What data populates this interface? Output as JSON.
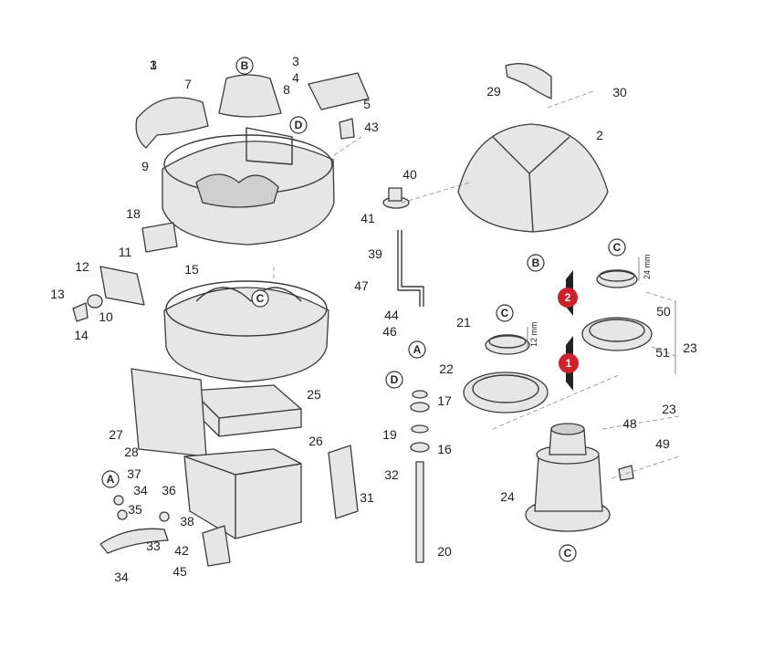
{
  "diagram": {
    "part_labels": [
      "1",
      "2",
      "3",
      "3",
      "4",
      "5",
      "7",
      "8",
      "9",
      "10",
      "11",
      "12",
      "13",
      "14",
      "15",
      "16",
      "17",
      "18",
      "19",
      "20",
      "21",
      "22",
      "23",
      "23",
      "24",
      "25",
      "26",
      "27",
      "28",
      "29",
      "30",
      "31",
      "32",
      "33",
      "34",
      "34",
      "35",
      "36",
      "37",
      "38",
      "39",
      "40",
      "41",
      "42",
      "43",
      "44",
      "45",
      "46",
      "47",
      "48",
      "49",
      "50",
      "51"
    ],
    "reference_letters": [
      "B",
      "B",
      "C",
      "C",
      "C",
      "C",
      "D",
      "D",
      "A",
      "A"
    ],
    "callouts": [
      {
        "number": "1",
        "color": "#d0202a"
      },
      {
        "number": "2",
        "color": "#d0202a"
      }
    ],
    "dimensions": [
      "12 mm",
      "24 mm"
    ],
    "colors": {
      "line": "#3a3a3a",
      "part_fill": "#e6e6e6",
      "background": "#ffffff",
      "marker": "#d0202a"
    }
  }
}
